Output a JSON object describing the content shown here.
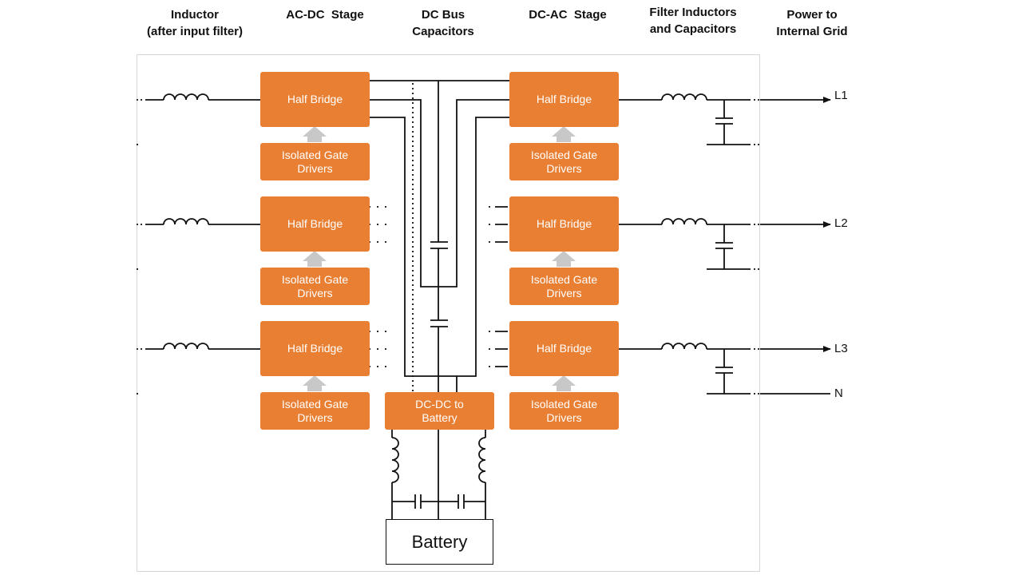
{
  "headers": {
    "inductor": [
      "Inductor",
      "(after input filter)"
    ],
    "acdc": [
      "AC-DC  Stage"
    ],
    "dcbus": [
      "DC Bus",
      "Capacitors"
    ],
    "dcac": [
      "DC-AC  Stage"
    ],
    "filter": [
      "Filter Inductors",
      "and Capacitors"
    ],
    "grid": [
      "Power to",
      "Internal Grid"
    ]
  },
  "blocks": {
    "half_bridge": "Half Bridge",
    "gate_drivers": "Isolated Gate\nDrivers",
    "dcdc": "DC-DC to\nBattery",
    "battery": "Battery"
  },
  "outputs": [
    "L1",
    "L2",
    "L3",
    "N"
  ],
  "colors": {
    "block": "#e87f33",
    "arrow": "#c8c8c8",
    "wire": "#111111",
    "panel_border": "#d6d6d6"
  }
}
